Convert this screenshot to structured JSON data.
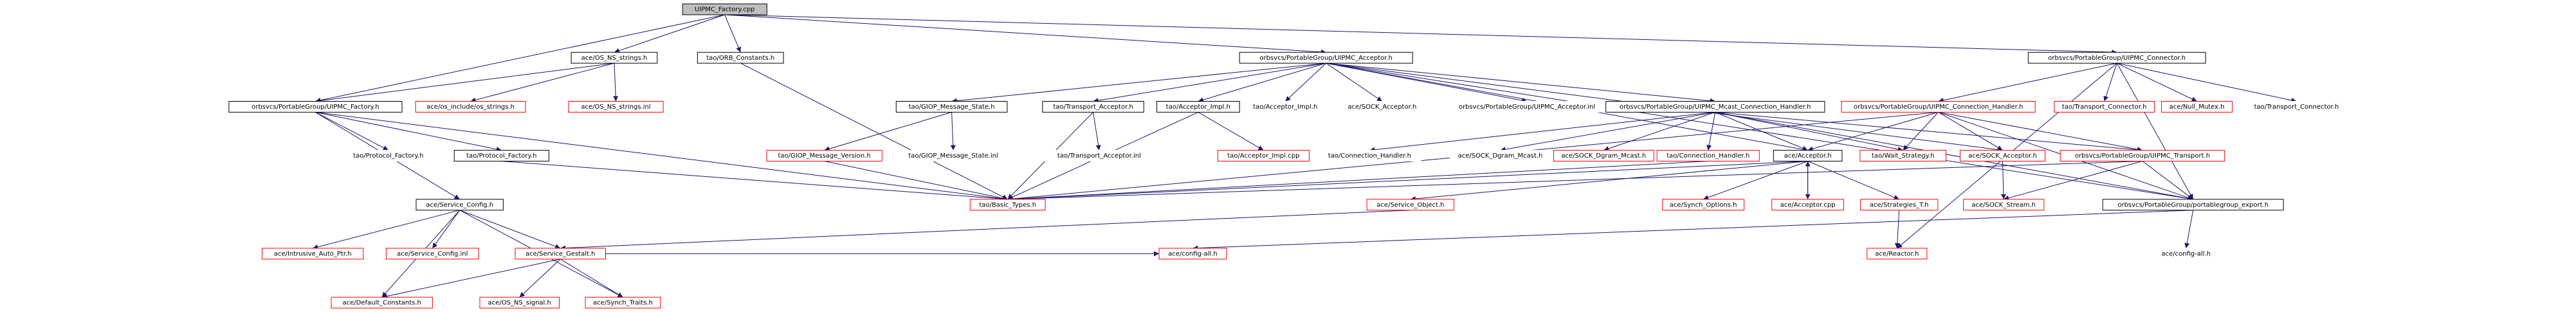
{
  "colors": {
    "edge": "#191970",
    "border_normal": "#000000",
    "border_external": "#ff0000",
    "root_fill": "#bfbfbf",
    "node_fill": "#ffffff",
    "text": "#000000",
    "text_external": "#ff0000"
  },
  "graph": {
    "nodes": [
      {
        "id": "root",
        "label": "UIPMC_Factory.cpp",
        "style": "root"
      },
      {
        "id": "ns_strings",
        "label": "ace/OS_NS_strings.h",
        "style": "normal"
      },
      {
        "id": "orb_constants",
        "label": "tao/ORB_Constants.h",
        "style": "normal"
      },
      {
        "id": "uipmc_acceptor",
        "label": "orbsvcs/PortableGroup/UIPMC_Acceptor.h",
        "style": "normal"
      },
      {
        "id": "uipmc_connector",
        "label": "orbsvcs/PortableGroup/UIPMC_Connector.h",
        "style": "normal"
      },
      {
        "id": "uipmc_factory_h",
        "label": "orbsvcs/PortableGroup/UIPMC_Factory.h",
        "style": "normal"
      },
      {
        "id": "os_include_strings",
        "label": "ace/os_include/os_strings.h",
        "style": "external"
      },
      {
        "id": "ns_strings_inl",
        "label": "ace/OS_NS_strings.inl",
        "style": "external"
      },
      {
        "id": "giop_state",
        "label": "tao/GIOP_Message_State.h",
        "style": "normal"
      },
      {
        "id": "transport_acceptor",
        "label": "tao/Transport_Acceptor.h",
        "style": "normal"
      },
      {
        "id": "acceptor_impl_h",
        "label": "tao/Acceptor_Impl.h",
        "style": "normal"
      },
      {
        "id": "acceptor_impl_plain",
        "label": "tao/Acceptor_Impl.h",
        "style": "plain"
      },
      {
        "id": "sock_acceptor_plain",
        "label": "ace/SOCK_Acceptor.h",
        "style": "plain"
      },
      {
        "id": "uipmc_acceptor_inl",
        "label": "orbsvcs/PortableGroup/UIPMC_Acceptor.inl",
        "style": "plain"
      },
      {
        "id": "mcast_handler",
        "label": "orbsvcs/PortableGroup/UIPMC_Mcast_Connection_Handler.h",
        "style": "normal"
      },
      {
        "id": "conn_handler",
        "label": "orbsvcs/PortableGroup/UIPMC_Connection_Handler.h",
        "style": "external"
      },
      {
        "id": "transport_connector",
        "label": "tao/Transport_Connector.h",
        "style": "external"
      },
      {
        "id": "null_mutex",
        "label": "ace/Null_Mutex.h",
        "style": "external"
      },
      {
        "id": "transport_connector_plain",
        "label": "tao/Transport_Connector.h",
        "style": "plain"
      },
      {
        "id": "protocol_factory_plain",
        "label": "tao/Protocol_Factory.h",
        "style": "plain"
      },
      {
        "id": "protocol_factory",
        "label": "tao/Protocol_Factory.h",
        "style": "normal"
      },
      {
        "id": "giop_version",
        "label": "tao/GIOP_Message_Version.h",
        "style": "external"
      },
      {
        "id": "giop_state_inl",
        "label": "tao/GIOP_Message_State.inl",
        "style": "plain"
      },
      {
        "id": "transport_acceptor_inl",
        "label": "tao/Transport_Acceptor.inl",
        "style": "plain"
      },
      {
        "id": "acceptor_impl_cpp",
        "label": "tao/Acceptor_Impl.cpp",
        "style": "external"
      },
      {
        "id": "connection_handler_plain",
        "label": "tao/Connection_Handler.h",
        "style": "plain"
      },
      {
        "id": "sock_dgram_mcast_plain",
        "label": "ace/SOCK_Dgram_Mcast.h",
        "style": "plain"
      },
      {
        "id": "sock_dgram_mcast",
        "label": "ace/SOCK_Dgram_Mcast.h",
        "style": "external"
      },
      {
        "id": "connection_handler",
        "label": "tao/Connection_Handler.h",
        "style": "external"
      },
      {
        "id": "ace_acceptor",
        "label": "ace/Acceptor.h",
        "style": "normal"
      },
      {
        "id": "wait_strategy",
        "label": "tao/Wait_Strategy.h",
        "style": "external"
      },
      {
        "id": "ace_sock_acceptor",
        "label": "ace/SOCK_Acceptor.h",
        "style": "external"
      },
      {
        "id": "uipmc_transport",
        "label": "orbsvcs/PortableGroup/UIPMC_Transport.h",
        "style": "external"
      },
      {
        "id": "service_config",
        "label": "ace/Service_Config.h",
        "style": "normal"
      },
      {
        "id": "basic_types",
        "label": "tao/Basic_Types.h",
        "style": "external"
      },
      {
        "id": "service_object",
        "label": "ace/Service_Object.h",
        "style": "external"
      },
      {
        "id": "synch_options",
        "label": "ace/Synch_Options.h",
        "style": "external"
      },
      {
        "id": "acceptor_cpp",
        "label": "ace/Acceptor.cpp",
        "style": "external"
      },
      {
        "id": "strategies_t",
        "label": "ace/Strategies_T.h",
        "style": "external"
      },
      {
        "id": "sock_stream",
        "label": "ace/SOCK_Stream.h",
        "style": "external"
      },
      {
        "id": "pg_export",
        "label": "orbsvcs/PortableGroup/portablegroup_export.h",
        "style": "normal"
      },
      {
        "id": "intrusive_auto_ptr",
        "label": "ace/Intrusive_Auto_Ptr.h",
        "style": "external"
      },
      {
        "id": "service_config_inl",
        "label": "ace/Service_Config.inl",
        "style": "external"
      },
      {
        "id": "service_gestalt",
        "label": "ace/Service_Gestalt.h",
        "style": "external"
      },
      {
        "id": "config_all_ext",
        "label": "ace/config-all.h",
        "style": "external"
      },
      {
        "id": "reactor",
        "label": "ace/Reactor.h",
        "style": "external"
      },
      {
        "id": "config_all_plain",
        "label": "ace/config-all.h",
        "style": "plain"
      },
      {
        "id": "default_constants",
        "label": "ace/Default_Constants.h",
        "style": "external"
      },
      {
        "id": "os_ns_signal",
        "label": "ace/OS_NS_signal.h",
        "style": "external"
      },
      {
        "id": "synch_traits",
        "label": "ace/Synch_Traits.h",
        "style": "external"
      }
    ],
    "edges": [
      [
        "root",
        "ns_strings"
      ],
      [
        "root",
        "orb_constants"
      ],
      [
        "root",
        "uipmc_acceptor"
      ],
      [
        "root",
        "uipmc_connector"
      ],
      [
        "root",
        "uipmc_factory_h"
      ],
      [
        "ns_strings",
        "os_include_strings"
      ],
      [
        "ns_strings",
        "ns_strings_inl"
      ],
      [
        "ns_strings",
        "uipmc_factory_h"
      ],
      [
        "orb_constants",
        "basic_types"
      ],
      [
        "uipmc_acceptor",
        "giop_state"
      ],
      [
        "uipmc_acceptor",
        "transport_acceptor"
      ],
      [
        "uipmc_acceptor",
        "acceptor_impl_h"
      ],
      [
        "uipmc_acceptor",
        "acceptor_impl_plain"
      ],
      [
        "uipmc_acceptor",
        "sock_acceptor_plain"
      ],
      [
        "uipmc_acceptor",
        "uipmc_acceptor_inl"
      ],
      [
        "uipmc_acceptor",
        "mcast_handler"
      ],
      [
        "uipmc_acceptor",
        "ace_acceptor"
      ],
      [
        "uipmc_acceptor",
        "ace_sock_acceptor"
      ],
      [
        "uipmc_acceptor",
        "pg_export"
      ],
      [
        "uipmc_connector",
        "conn_handler"
      ],
      [
        "uipmc_connector",
        "transport_connector"
      ],
      [
        "uipmc_connector",
        "null_mutex"
      ],
      [
        "uipmc_connector",
        "transport_connector_plain"
      ],
      [
        "uipmc_connector",
        "pg_export"
      ],
      [
        "uipmc_connector",
        "reactor"
      ],
      [
        "uipmc_factory_h",
        "protocol_factory_plain"
      ],
      [
        "uipmc_factory_h",
        "protocol_factory"
      ],
      [
        "uipmc_factory_h",
        "service_config"
      ],
      [
        "uipmc_factory_h",
        "basic_types"
      ],
      [
        "giop_state",
        "giop_version"
      ],
      [
        "giop_state",
        "giop_state_inl"
      ],
      [
        "transport_acceptor",
        "transport_acceptor_inl"
      ],
      [
        "transport_acceptor",
        "basic_types"
      ],
      [
        "acceptor_impl_h",
        "acceptor_impl_cpp"
      ],
      [
        "acceptor_impl_h",
        "basic_types"
      ],
      [
        "mcast_handler",
        "connection_handler_plain"
      ],
      [
        "mcast_handler",
        "sock_dgram_mcast_plain"
      ],
      [
        "mcast_handler",
        "sock_dgram_mcast"
      ],
      [
        "mcast_handler",
        "connection_handler"
      ],
      [
        "mcast_handler",
        "ace_acceptor"
      ],
      [
        "mcast_handler",
        "wait_strategy"
      ],
      [
        "mcast_handler",
        "uipmc_transport"
      ],
      [
        "mcast_handler",
        "pg_export"
      ],
      [
        "conn_handler",
        "ace_acceptor"
      ],
      [
        "conn_handler",
        "wait_strategy"
      ],
      [
        "conn_handler",
        "ace_sock_acceptor"
      ],
      [
        "conn_handler",
        "uipmc_transport"
      ],
      [
        "conn_handler",
        "pg_export"
      ],
      [
        "conn_handler",
        "basic_types"
      ],
      [
        "protocol_factory",
        "basic_types"
      ],
      [
        "giop_version",
        "basic_types"
      ],
      [
        "connection_handler",
        "basic_types"
      ],
      [
        "ace_acceptor",
        "service_object"
      ],
      [
        "ace_acceptor",
        "synch_options"
      ],
      [
        "ace_acceptor",
        "acceptor_cpp"
      ],
      [
        "ace_acceptor",
        "strategies_t"
      ],
      [
        "ace_acceptor",
        "basic_types"
      ],
      [
        "acceptor_cpp",
        "ace_acceptor"
      ],
      [
        "ace_sock_acceptor",
        "sock_stream"
      ],
      [
        "uipmc_transport",
        "sock_stream"
      ],
      [
        "uipmc_transport",
        "pg_export"
      ],
      [
        "uipmc_transport",
        "basic_types"
      ],
      [
        "service_config",
        "intrusive_auto_ptr"
      ],
      [
        "service_config",
        "service_config_inl"
      ],
      [
        "service_config",
        "service_gestalt"
      ],
      [
        "service_config",
        "default_constants"
      ],
      [
        "service_config",
        "synch_traits"
      ],
      [
        "service_object",
        "service_gestalt"
      ],
      [
        "strategies_t",
        "reactor"
      ],
      [
        "pg_export",
        "config_all_ext"
      ],
      [
        "pg_export",
        "config_all_plain"
      ],
      [
        "service_gestalt",
        "default_constants"
      ],
      [
        "service_gestalt",
        "os_ns_signal"
      ],
      [
        "service_gestalt",
        "synch_traits"
      ],
      [
        "service_gestalt",
        "config_all_ext"
      ]
    ]
  }
}
